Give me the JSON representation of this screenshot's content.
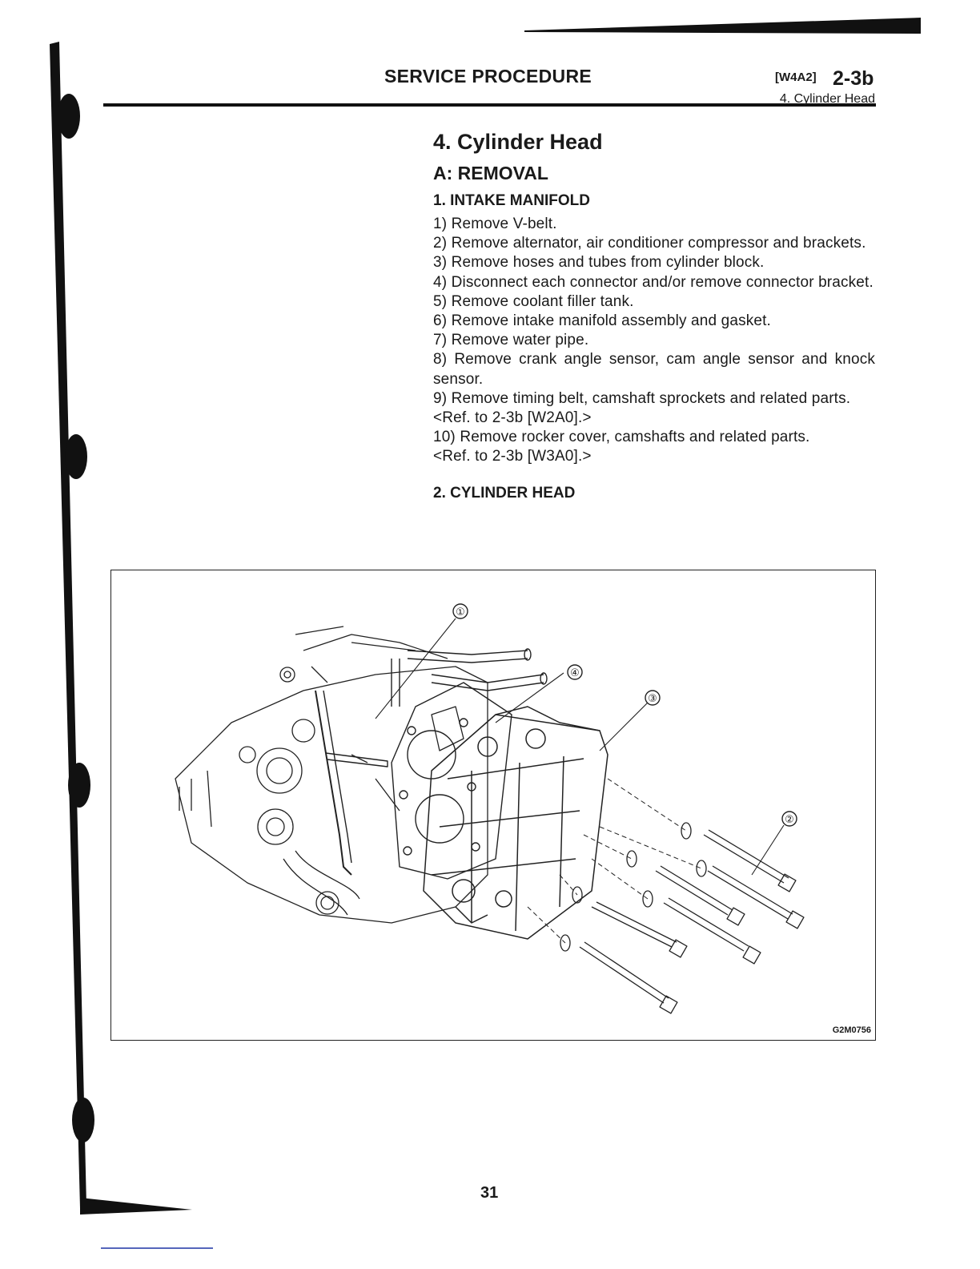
{
  "header": {
    "title": "SERVICE PROCEDURE",
    "code": "[W4A2]",
    "section": "2-3b",
    "subsection": "4. Cylinder Head"
  },
  "content": {
    "title": "4. Cylinder Head",
    "subtitle": "A: REMOVAL",
    "section1": {
      "heading": "1. INTAKE MANIFOLD",
      "steps": [
        "1) Remove V-belt.",
        "2) Remove alternator, air conditioner compressor and brackets.",
        "3) Remove hoses and tubes from cylinder block.",
        "4) Disconnect each connector and/or remove connector bracket.",
        "5) Remove coolant filler tank.",
        "6) Remove intake manifold assembly and gasket.",
        "7) Remove water pipe.",
        "8) Remove crank angle sensor, cam angle sensor and knock sensor.",
        "9) Remove timing belt, camshaft sprockets and related parts.",
        "<Ref. to 2-3b [W2A0].>",
        "10) Remove rocker cover, camshafts and related parts.",
        "<Ref. to 2-3b [W3A0].>"
      ]
    },
    "section2": {
      "heading": "2. CYLINDER HEAD"
    }
  },
  "figure": {
    "code": "G2M0756",
    "callouts": [
      "①",
      "②",
      "③",
      "④"
    ]
  },
  "page_number": "31"
}
